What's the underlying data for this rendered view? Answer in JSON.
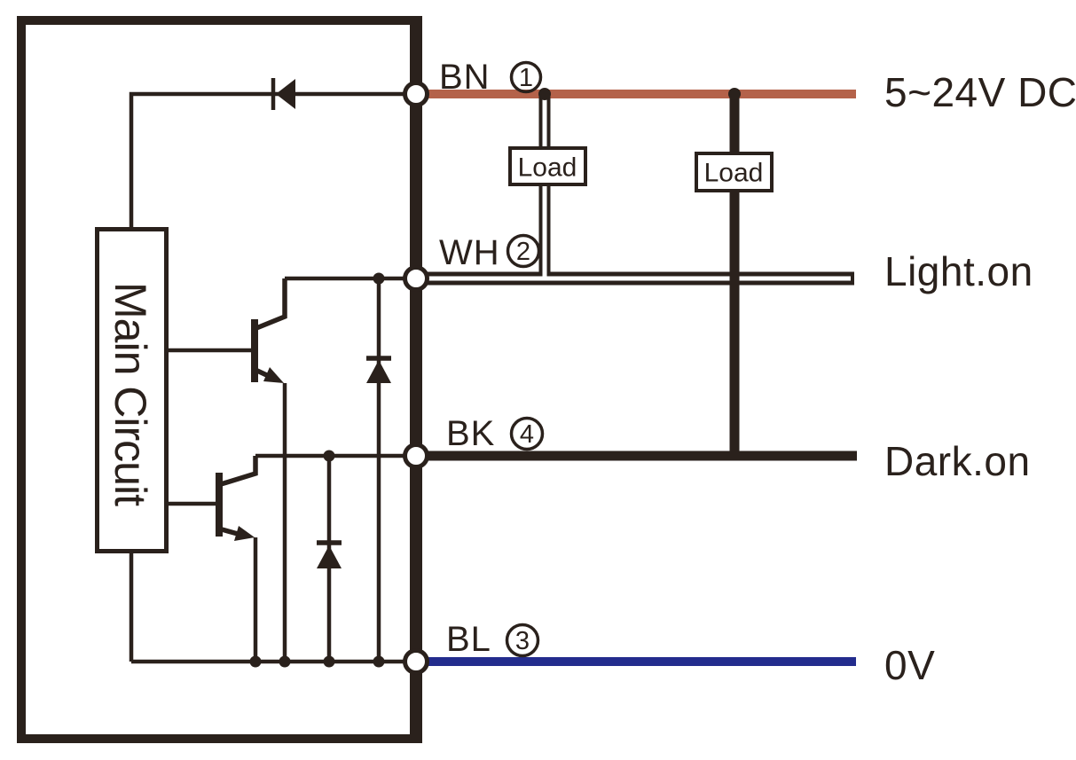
{
  "diagram": {
    "device_label": "Main Circuit",
    "terminals": [
      {
        "code": "BN",
        "pin": "1",
        "signal": "5~24V DC"
      },
      {
        "code": "WH",
        "pin": "2",
        "signal": "Light.on"
      },
      {
        "code": "BK",
        "pin": "4",
        "signal": "Dark.on"
      },
      {
        "code": "BL",
        "pin": "3",
        "signal": "0V"
      }
    ],
    "loads": [
      {
        "label": "Load"
      },
      {
        "label": "Load"
      }
    ],
    "colors": {
      "brown_wire": "#b4624a",
      "blue_wire": "#232c8d",
      "line": "#2a211c"
    }
  }
}
